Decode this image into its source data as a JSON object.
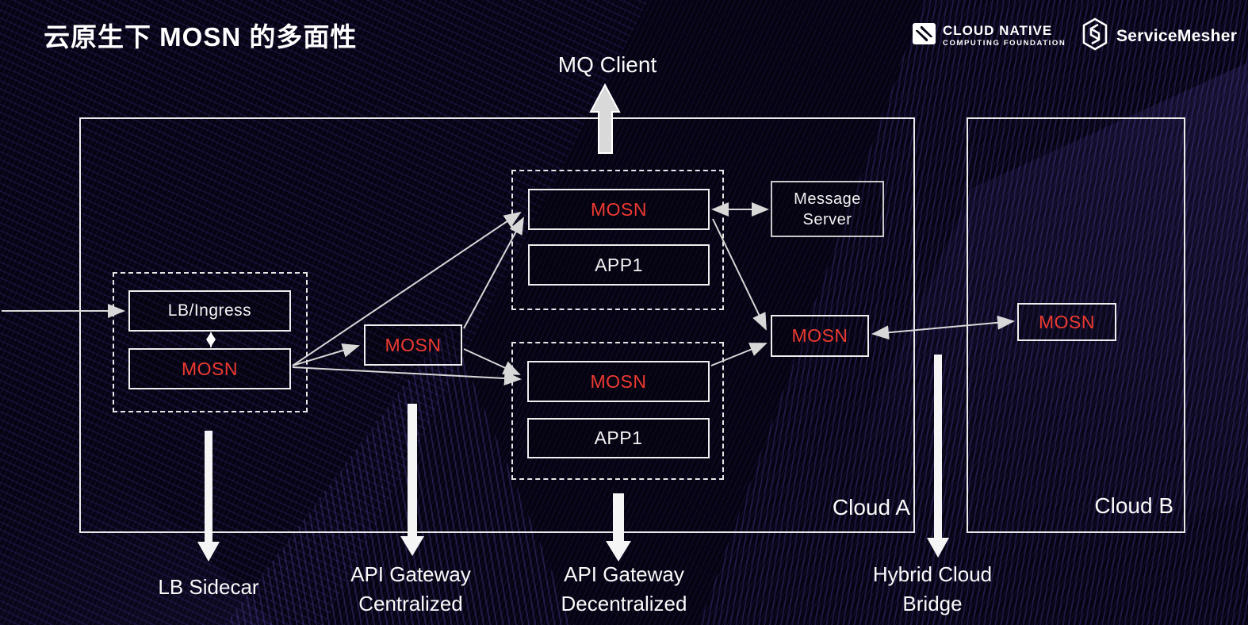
{
  "title": "云原生下 MOSN 的多面性",
  "logos": {
    "cncf_line1": "CLOUD NATIVE",
    "cncf_line2": "COMPUTING FOUNDATION",
    "servicemesher": "ServiceMesher"
  },
  "colors": {
    "accent_red": "#ee3a30",
    "connector_line": "#d8d8d8",
    "box_border": "#eeeeee",
    "background": "#060312"
  },
  "diagram": {
    "mq_client_label": "MQ Client",
    "cloud_a_label": "Cloud A",
    "cloud_b_label": "Cloud B",
    "nodes": {
      "lb_ingress": "LB/Ingress",
      "lb_mosn": "MOSN",
      "central_mosn": "MOSN",
      "pod_top_mosn": "MOSN",
      "pod_top_app": "APP1",
      "pod_bottom_mosn": "MOSN",
      "pod_bottom_app": "APP1",
      "message_server": "Message Server",
      "right_mosn": "MOSN",
      "cloud_b_mosn": "MOSN"
    },
    "captions": {
      "lb_sidecar": "LB Sidecar",
      "apigw_central_line1": "API Gateway",
      "apigw_central_line2": "Centralized",
      "apigw_decentral_line1": "API Gateway",
      "apigw_decentral_line2": "Decentralized",
      "hybrid_line1": "Hybrid Cloud",
      "hybrid_line2": "Bridge"
    }
  }
}
